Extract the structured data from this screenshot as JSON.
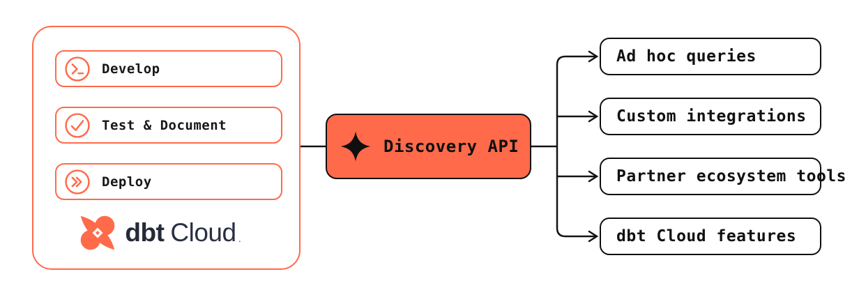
{
  "colors": {
    "accent_orange": "#FF6A4A",
    "line_black": "#131313",
    "logo_navy": "#262A38",
    "background": "#FFFFFF"
  },
  "dbt_cloud_panel": {
    "items": [
      {
        "icon": "terminal-prompt-icon",
        "label": "Develop"
      },
      {
        "icon": "check-circle-icon",
        "label": "Test & Document"
      },
      {
        "icon": "double-chevron-right-icon",
        "label": "Deploy"
      }
    ],
    "logo": {
      "brand_bold": "dbt",
      "brand_regular": "Cloud",
      "trademark": "."
    }
  },
  "hub": {
    "icon": "sparkle-diamond-icon",
    "label": "Discovery API"
  },
  "outputs": [
    {
      "label": "Ad hoc queries"
    },
    {
      "label": "Custom integrations"
    },
    {
      "label": "Partner ecosystem tools"
    },
    {
      "label": "dbt Cloud features"
    }
  ]
}
